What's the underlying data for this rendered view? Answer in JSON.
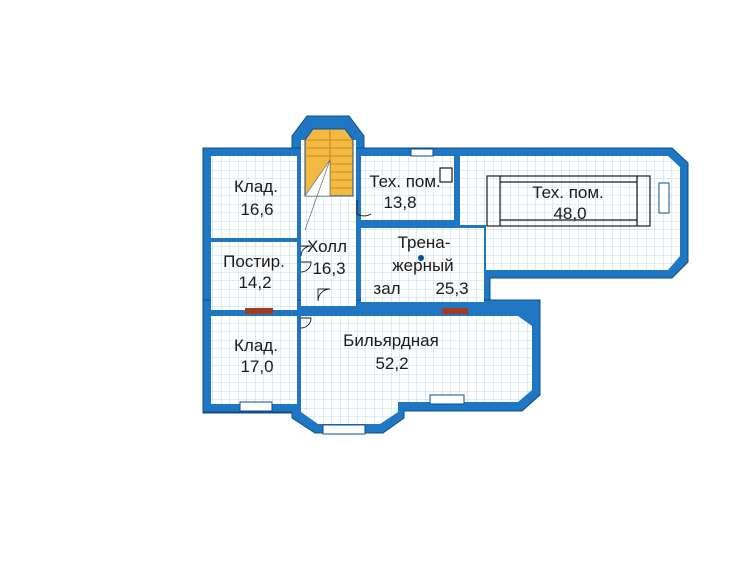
{
  "colors": {
    "wall": "#1f76c2",
    "wall_edge": "#0b4d8f",
    "floor": "#ffffff",
    "grid": "#a9d2f0",
    "stair": "#f4b942",
    "door_block": "#a33a22",
    "text": "#1a1a1a"
  },
  "rooms": {
    "klad_top": {
      "name": "Клад.",
      "area": "16,6"
    },
    "postir": {
      "name": "Постир.",
      "area": "14,2"
    },
    "klad_bottom": {
      "name": "Клад.",
      "area": "17,0"
    },
    "holl": {
      "name": "Холл",
      "area": "16,3"
    },
    "tech_small": {
      "name": "Тех. пом.",
      "area": "13,8"
    },
    "tech_large": {
      "name": "Тех. пом.",
      "area": "48,0"
    },
    "gym": {
      "name_line1": "Трена-",
      "name_line2": "жерный",
      "name_line3": "зал",
      "area": "25,3"
    },
    "billiard": {
      "name": "Бильярдная",
      "area": "52,2"
    }
  }
}
